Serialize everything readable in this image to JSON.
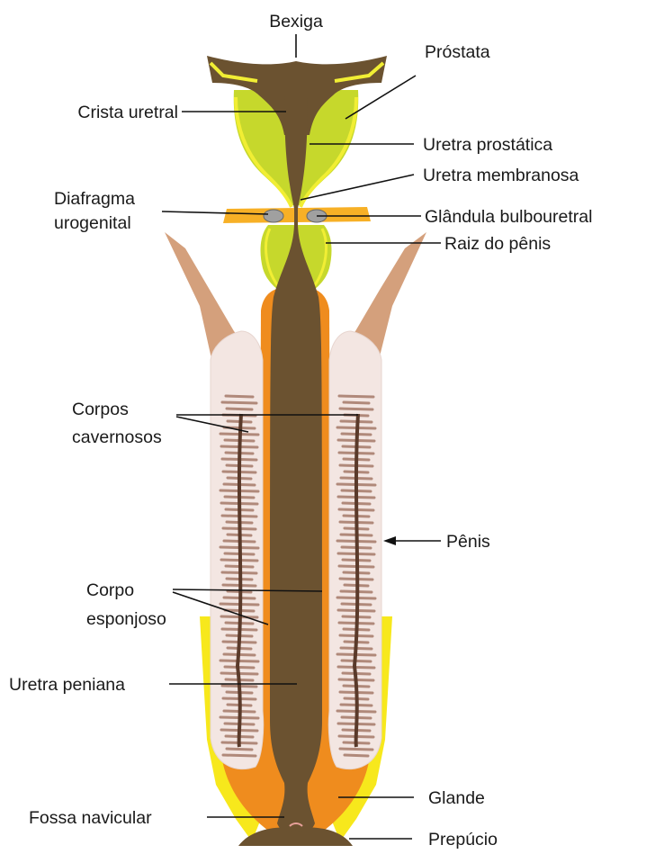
{
  "labels": {
    "bexiga": "Bexiga",
    "prostata": "Próstata",
    "crista_uretral": "Crista uretral",
    "uretra_prostatica": "Uretra prostática",
    "uretra_membranosa": "Uretra membranosa",
    "diafragma_1": "Diafragma",
    "diafragma_2": "urogenital",
    "glandula_bulbouretral": "Glândula bulbouretral",
    "raiz_penis": "Raiz do pênis",
    "corpos_cavernosos_1": "Corpos",
    "corpos_cavernosos_2": "cavernosos",
    "penis": "Pênis",
    "corpo_esponjoso_1": "Corpo",
    "corpo_esponjoso_2": "esponjoso",
    "uretra_peniana": "Uretra peniana",
    "glande": "Glande",
    "fossa_navicular": "Fossa navicular",
    "prepucio": "Prepúcio"
  },
  "colors": {
    "urethra": "#6b5230",
    "prostate": "#c6d82c",
    "prostate_outline": "#f1ee34",
    "spongy_body": "#ef8c1e",
    "cavernous_body": "#f3e6e2",
    "cavernous_pattern": "#9a6a58",
    "crura": "#d4a07c",
    "prepuce": "#f7e81c",
    "diaphragm": "#f7b026",
    "bulbourethral_gland": "#a0a0a0"
  }
}
